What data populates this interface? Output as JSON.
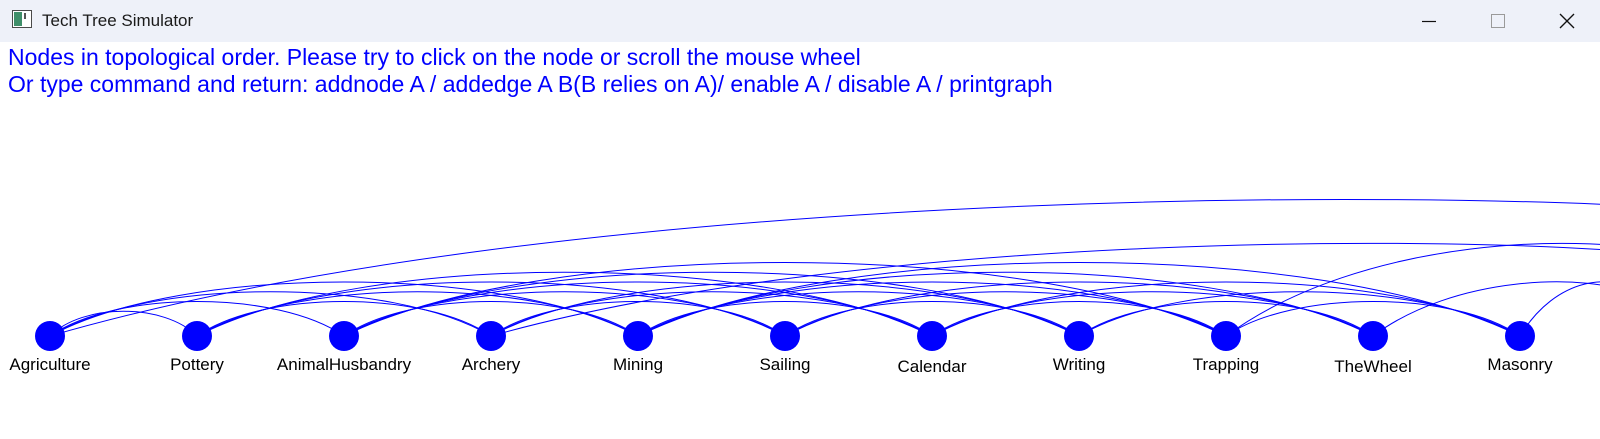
{
  "window": {
    "title": "Tech Tree Simulator",
    "controls": [
      "minimize",
      "maximize",
      "close"
    ]
  },
  "instructions": {
    "line1": "Nodes in topological order. Please try to click on the node or scroll the mouse wheel",
    "line2": "Or type command and return: addnode A / addedge A B(B relies on A)/ enable A / disable A / printgraph"
  },
  "colors": {
    "text_accent": "#0000ff",
    "node": "#0000ff",
    "edge": "#0000ff"
  },
  "graph": {
    "nodes": [
      "Agriculture",
      "Pottery",
      "AnimalHusbandry",
      "Archery",
      "Mining",
      "Sailing",
      "Calendar",
      "Writing",
      "Trapping",
      "TheWheel",
      "Masonry"
    ],
    "edges": [
      [
        "Agriculture",
        "Pottery"
      ],
      [
        "Agriculture",
        "AnimalHusbandry"
      ],
      [
        "Agriculture",
        "Archery"
      ],
      [
        "Agriculture",
        "Mining"
      ],
      [
        "Pottery",
        "Archery"
      ],
      [
        "Pottery",
        "Mining"
      ],
      [
        "Pottery",
        "Sailing"
      ],
      [
        "Pottery",
        "Calendar"
      ],
      [
        "AnimalHusbandry",
        "Mining"
      ],
      [
        "AnimalHusbandry",
        "Sailing"
      ],
      [
        "AnimalHusbandry",
        "Calendar"
      ],
      [
        "AnimalHusbandry",
        "Writing"
      ],
      [
        "AnimalHusbandry",
        "Trapping"
      ],
      [
        "Archery",
        "Sailing"
      ],
      [
        "Archery",
        "Calendar"
      ],
      [
        "Archery",
        "Writing"
      ],
      [
        "Mining",
        "Calendar"
      ],
      [
        "Mining",
        "Writing"
      ],
      [
        "Mining",
        "Trapping"
      ],
      [
        "Mining",
        "TheWheel"
      ],
      [
        "Mining",
        "Masonry"
      ],
      [
        "Sailing",
        "Writing"
      ],
      [
        "Sailing",
        "Trapping"
      ],
      [
        "Sailing",
        "TheWheel"
      ],
      [
        "Calendar",
        "Trapping"
      ],
      [
        "Calendar",
        "TheWheel"
      ],
      [
        "Calendar",
        "Masonry"
      ],
      [
        "Writing",
        "TheWheel"
      ],
      [
        "Writing",
        "Masonry"
      ],
      [
        "Trapping",
        "Masonry"
      ]
    ],
    "offscreen_edges": [
      [
        "Agriculture",
        "right-far"
      ],
      [
        "Archery",
        "right-mid"
      ],
      [
        "Trapping",
        "right-mid"
      ],
      [
        "TheWheel",
        "right-near"
      ],
      [
        "Masonry",
        "right-near"
      ]
    ]
  }
}
